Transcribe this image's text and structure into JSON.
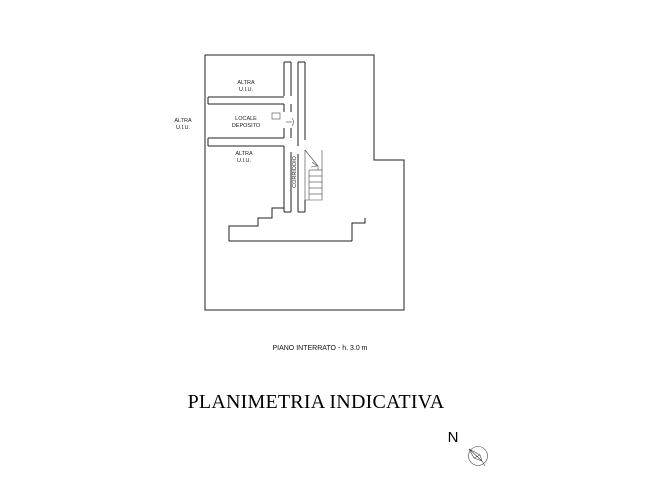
{
  "plan": {
    "rooms": [
      {
        "id": "altra-top",
        "lines": [
          "ALTRA",
          "U.I.U."
        ]
      },
      {
        "id": "locale-deposito",
        "lines": [
          "LOCALE",
          "DEPOSITO"
        ]
      },
      {
        "id": "altra-bottom",
        "lines": [
          "ALTRA",
          "U.I.U."
        ]
      }
    ],
    "side_label": [
      "ALTRA",
      "U.I.U."
    ],
    "corridor_label": "CORRIDOIO",
    "floor_label": "PIANO INTERRATO - h. 3.0 m"
  },
  "title": "PLANIMETRIA INDICATIVA",
  "north_label": "N",
  "icons": {
    "compass": "north-compass-icon"
  }
}
